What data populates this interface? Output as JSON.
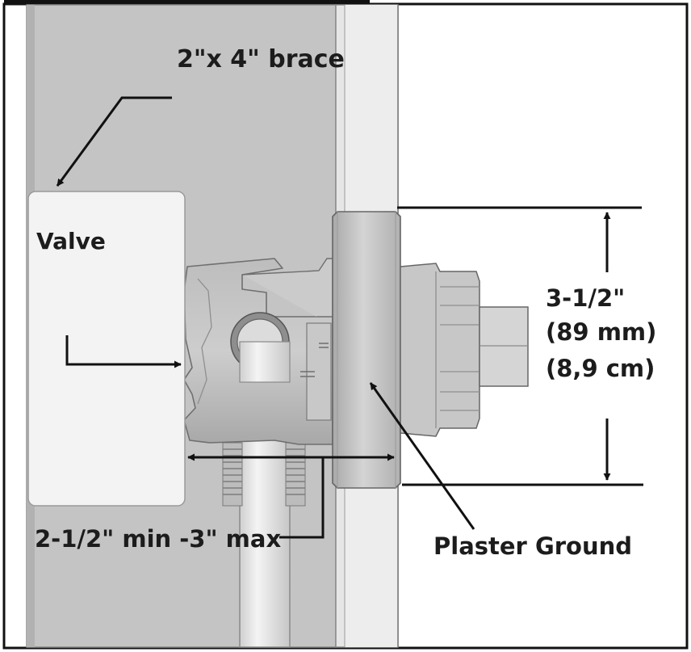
{
  "labels": {
    "brace": "2\"x 4\" brace",
    "valve": "Valve",
    "depth": "2-1/2\" min -3\" max",
    "height_imperial": "3-1/2\"",
    "height_mm": "(89 mm)",
    "height_cm": "(8,9 cm)",
    "plaster_ground": "Plaster Ground"
  },
  "colors": {
    "brace": "#c4c4c4",
    "wall": "#e6e6e6",
    "valve_body": "#b4b4b4",
    "valve_face": "#d2d2d2",
    "pipe": "#e9e9e9",
    "lines": "#111111"
  }
}
